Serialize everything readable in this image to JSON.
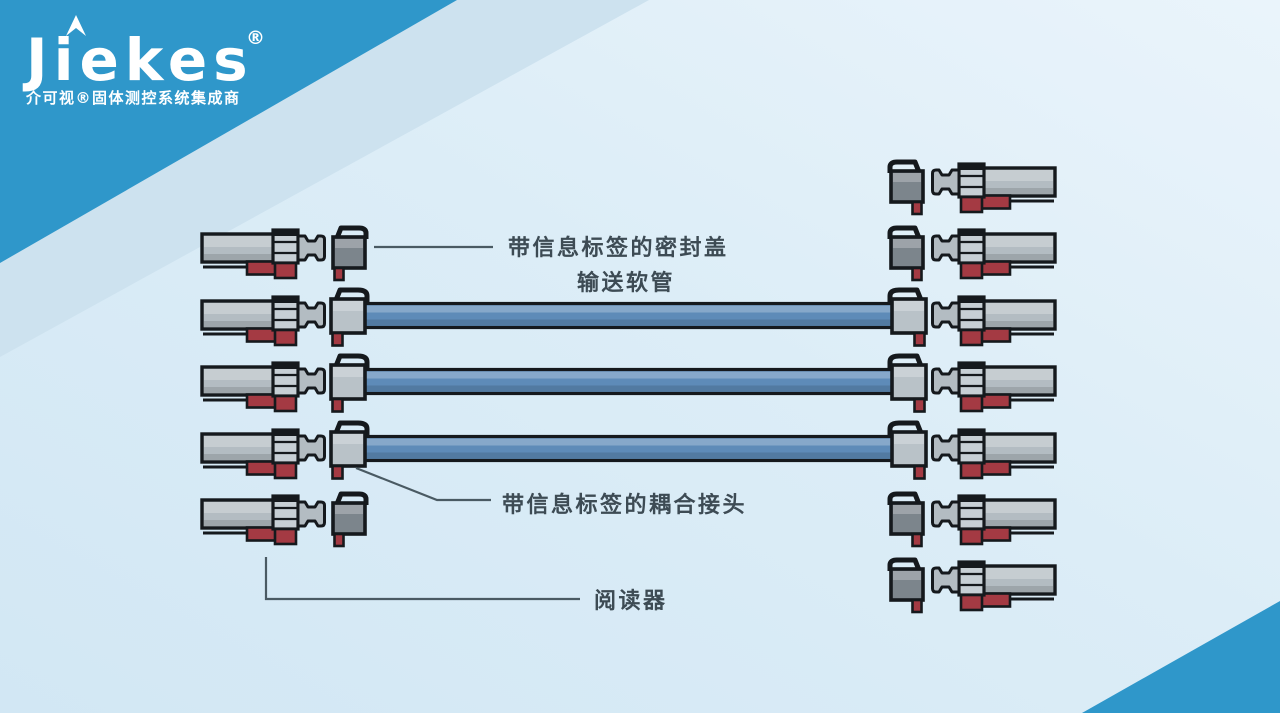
{
  "brand": {
    "logo_text": "Jiekes",
    "registered_mark": "®",
    "tagline": "介可视®固体测控系统集成商"
  },
  "diagram": {
    "labels": {
      "seal_cap": "带信息标签的密封盖",
      "hose": "输送软管",
      "coupling": "带信息标签的耦合接头",
      "reader": "阅读器"
    },
    "left_column": [
      "cap",
      "coupling",
      "coupling",
      "coupling",
      "cap"
    ],
    "right_column": [
      "cap",
      "cap",
      "coupling",
      "coupling",
      "coupling",
      "cap",
      "cap"
    ],
    "hoses": 3
  },
  "colors": {
    "brand_blue": "#2f97ca",
    "background": "#d9ecf7",
    "band_blue": "#cde2ef",
    "hose_blue": "#5e8bb8",
    "metal_gray": "#b3bcc2",
    "metal_light": "#b9c2c8",
    "cap_gray": "#7c858c",
    "flange_gray": "#c7cfd5",
    "tag_red": "#a43a43",
    "outline": "#15191d",
    "label_text": "#3d4b54",
    "pointer_line": "#4a5a63"
  }
}
